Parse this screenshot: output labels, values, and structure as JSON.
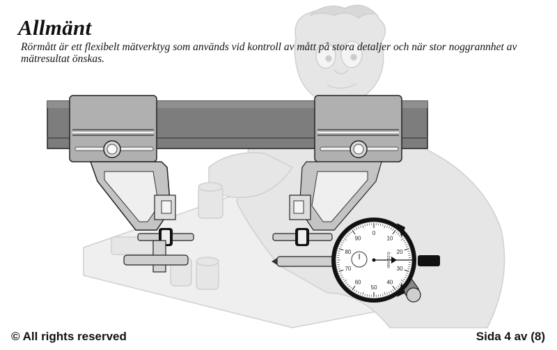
{
  "page": {
    "title": "Allmänt",
    "subtitle": "Rörmått är ett flexibelt mätverktyg som används vid kontroll av mått på stora detaljer och när stor noggrannhet av mätresultat önskas.",
    "copyright": "© All rights reserved",
    "page_indicator": "Sida 4 av (8)"
  },
  "dial": {
    "numbers_outer": [
      "0",
      "10",
      "20",
      "30",
      "40",
      "50",
      "60",
      "70",
      "80",
      "90"
    ],
    "unit_label": "0.01 mm"
  },
  "colors": {
    "rail": "#7d7d7d",
    "rail_dark": "#5a5a5a",
    "block": "#a7a7a7",
    "background_figure": "#d9d9d9",
    "dial_bezel": "#111111"
  },
  "icons": [
    "cartoon-character-illustration",
    "measuring-tool-illustration",
    "dial-indicator-illustration"
  ]
}
